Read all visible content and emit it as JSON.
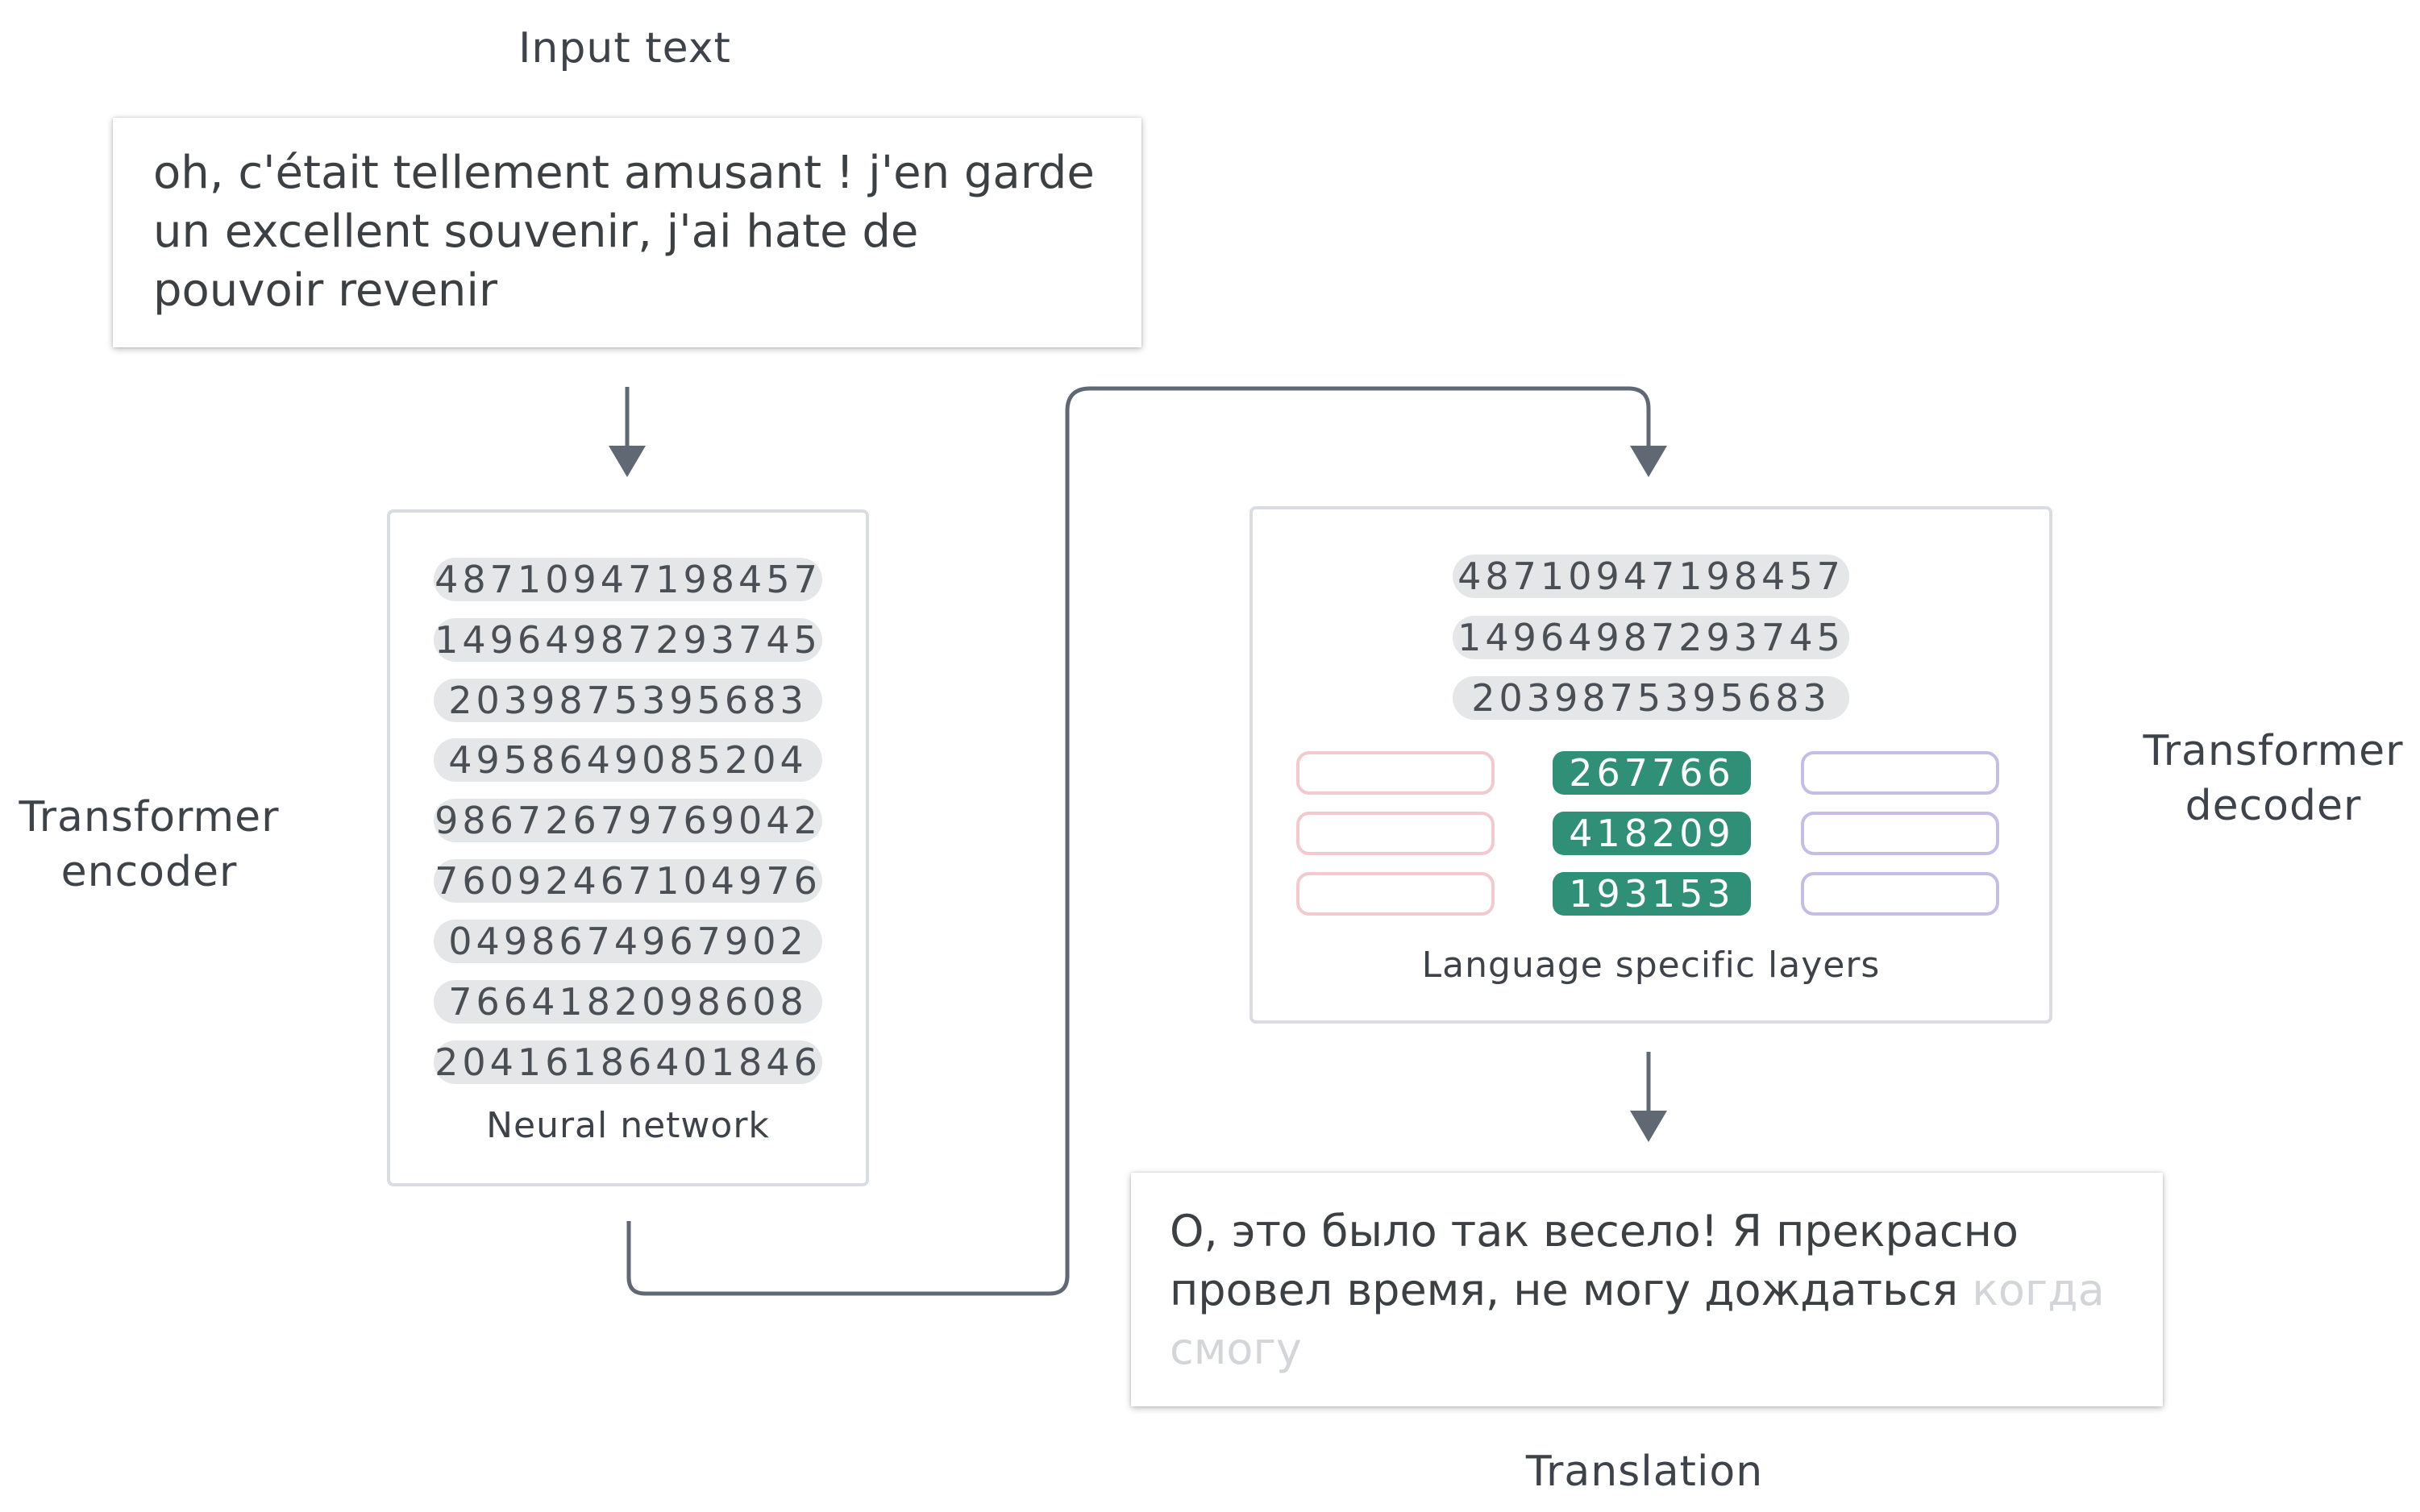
{
  "input_label": "Input text",
  "input_text": "oh, c'était tellement amusant ! j'en garde un excellent souvenir, j'ai hate de pouvoir revenir",
  "encoder": {
    "label_line1": "Transformer",
    "label_line2": "encoder",
    "numbers": [
      "48710947198457",
      "14964987293745",
      "2039875395683",
      "4958649085204",
      "98672679769042",
      "76092467104976",
      "0498674967902",
      "7664182098608",
      "20416186401846"
    ],
    "caption": "Neural network"
  },
  "decoder": {
    "label_line1": "Transformer",
    "label_line2": "decoder",
    "numbers": [
      "48710947198457",
      "14964987293745",
      "2039875395683"
    ],
    "layer_values": [
      "267766",
      "418209",
      "193153"
    ],
    "caption": "Language specific layers"
  },
  "translation": {
    "text_main": "О, это было так весело! Я прекрасно провел время, не могу дождаться",
    "text_faded": "когда смогу",
    "label": "Translation"
  },
  "colors": {
    "accent_green": "#2f8f77",
    "pill_gray": "#e5e6e8",
    "outline_pink": "#f3c9cf",
    "outline_purple": "#c5bde6",
    "connector": "#5f6873"
  }
}
